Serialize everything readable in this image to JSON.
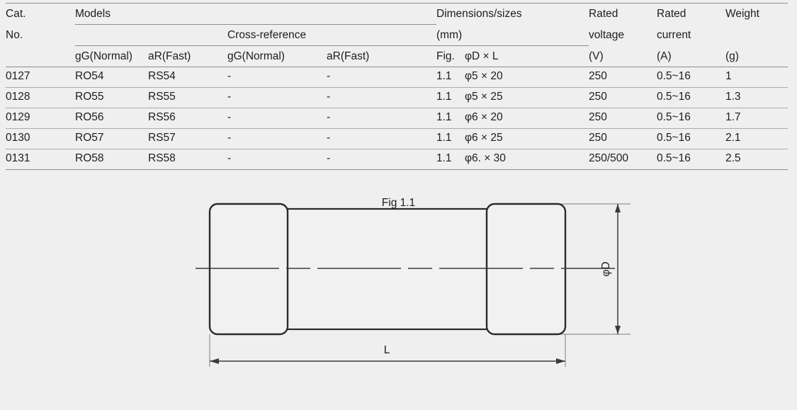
{
  "table": {
    "header": {
      "cat_no_line1": "Cat.",
      "cat_no_line2": "No.",
      "models": "Models",
      "cross_reference": "Cross-reference",
      "models_gg": "gG(Normal)",
      "models_ar": "aR(Fast)",
      "xref_gg": "gG(Normal)",
      "xref_ar": "aR(Fast)",
      "dimensions_line1": "Dimensions/sizes",
      "dimensions_line2": "(mm)",
      "fig": "Fig.",
      "dxl": "φD × L",
      "rated_voltage_line1": "Rated",
      "rated_voltage_line2": "voltage",
      "rated_voltage_unit": "(V)",
      "rated_current_line1": "Rated",
      "rated_current_line2": "current",
      "rated_current_unit": "(A)",
      "weight": "Weight",
      "weight_unit": "(g)"
    },
    "rows": [
      {
        "cat_no": "0127",
        "models_gg": "RO54",
        "models_ar": "RS54",
        "xref_gg": "-",
        "xref_ar": "-",
        "fig": "1.1",
        "dxl": "φ5 × 20",
        "voltage": "250",
        "current": "0.5~16",
        "weight": "1"
      },
      {
        "cat_no": "0128",
        "models_gg": "RO55",
        "models_ar": "RS55",
        "xref_gg": "-",
        "xref_ar": "-",
        "fig": "1.1",
        "dxl": "φ5 × 25",
        "voltage": "250",
        "current": "0.5~16",
        "weight": "1.3"
      },
      {
        "cat_no": "0129",
        "models_gg": "RO56",
        "models_ar": "RS56",
        "xref_gg": "-",
        "xref_ar": "-",
        "fig": "1.1",
        "dxl": "φ6 × 20",
        "voltage": "250",
        "current": "0.5~16",
        "weight": "1.7"
      },
      {
        "cat_no": "0130",
        "models_gg": "RO57",
        "models_ar": "RS57",
        "xref_gg": "-",
        "xref_ar": "-",
        "fig": "1.1",
        "dxl": "φ6 × 25",
        "voltage": "250",
        "current": "0.5~16",
        "weight": "2.1"
      },
      {
        "cat_no": "0131",
        "models_gg": "RO58",
        "models_ar": "RS58",
        "xref_gg": "-",
        "xref_ar": "-",
        "fig": "1.1",
        "dxl": "φ6. × 30",
        "voltage": "250/500",
        "current": "0.5~16",
        "weight": "2.5"
      }
    ]
  },
  "figure": {
    "caption": "Fig 1.1",
    "length_label": "L",
    "diameter_label": "φD"
  },
  "colors": {
    "background": "#efeff0",
    "rule": "#8b8d90",
    "rule_light": "#a9abae",
    "outline": "#2b2b2e",
    "dim_line": "#3a3a3d",
    "text": "#1d1d1f"
  }
}
